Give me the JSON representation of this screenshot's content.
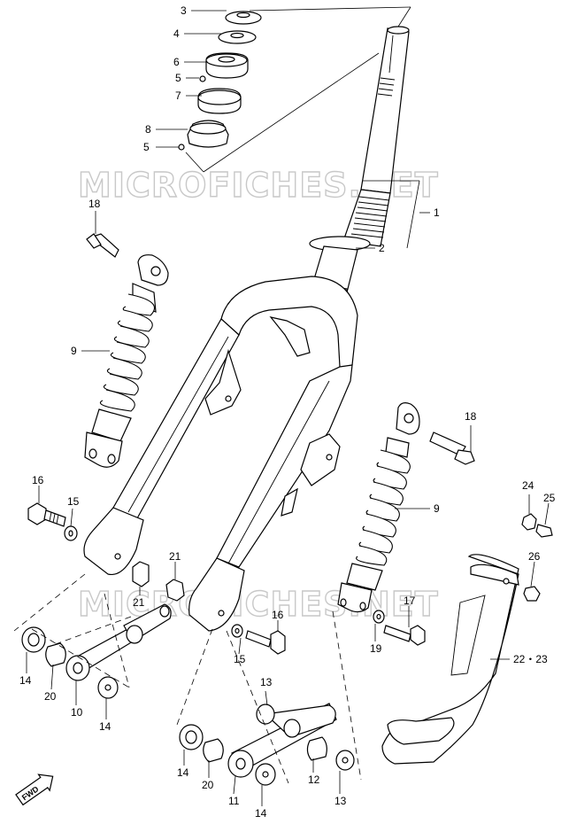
{
  "watermark": "MICROFICHES.NET",
  "fwd_label": "FWD",
  "callouts": [
    {
      "id": "c3",
      "text": "3"
    },
    {
      "id": "c4",
      "text": "4"
    },
    {
      "id": "c6",
      "text": "6"
    },
    {
      "id": "c5a",
      "text": "5"
    },
    {
      "id": "c7",
      "text": "7"
    },
    {
      "id": "c8",
      "text": "8"
    },
    {
      "id": "c5b",
      "text": "5"
    },
    {
      "id": "c1",
      "text": "1"
    },
    {
      "id": "c2",
      "text": "2"
    },
    {
      "id": "c18a",
      "text": "18"
    },
    {
      "id": "c9a",
      "text": "9"
    },
    {
      "id": "c18b",
      "text": "18"
    },
    {
      "id": "c9b",
      "text": "9"
    },
    {
      "id": "c24",
      "text": "24"
    },
    {
      "id": "c25",
      "text": "25"
    },
    {
      "id": "c16a",
      "text": "16"
    },
    {
      "id": "c15a",
      "text": "15"
    },
    {
      "id": "c21a",
      "text": "21"
    },
    {
      "id": "c21b",
      "text": "21"
    },
    {
      "id": "c26",
      "text": "26"
    },
    {
      "id": "c16b",
      "text": "16"
    },
    {
      "id": "c17",
      "text": "17"
    },
    {
      "id": "c15b",
      "text": "15"
    },
    {
      "id": "c19",
      "text": "19"
    },
    {
      "id": "c2223",
      "text": "22・23"
    },
    {
      "id": "c14a",
      "text": "14"
    },
    {
      "id": "c20a",
      "text": "20"
    },
    {
      "id": "c10",
      "text": "10"
    },
    {
      "id": "c14b",
      "text": "14"
    },
    {
      "id": "c13a",
      "text": "13"
    },
    {
      "id": "c14c",
      "text": "14"
    },
    {
      "id": "c20b",
      "text": "20"
    },
    {
      "id": "c11",
      "text": "11"
    },
    {
      "id": "c14d",
      "text": "14"
    },
    {
      "id": "c12",
      "text": "12"
    },
    {
      "id": "c13b",
      "text": "13"
    }
  ]
}
